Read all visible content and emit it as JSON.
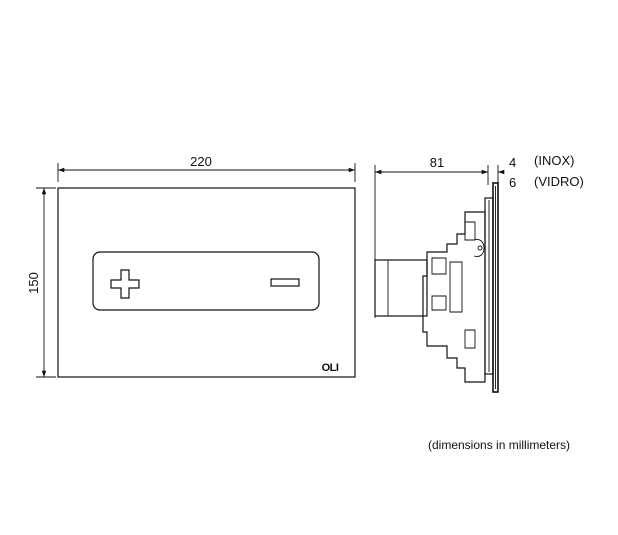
{
  "front_view": {
    "width_label": "220",
    "height_label": "150",
    "plus_symbol": "+",
    "minus_symbol": "−",
    "brand_logo": "OLI"
  },
  "side_view": {
    "depth_label": "81",
    "plate_thickness_inox": "4",
    "plate_thickness_vidro": "6",
    "material_inox": "(INOX)",
    "material_vidro": "(VIDRO)"
  },
  "units_note": "(dimensions in millimeters)"
}
